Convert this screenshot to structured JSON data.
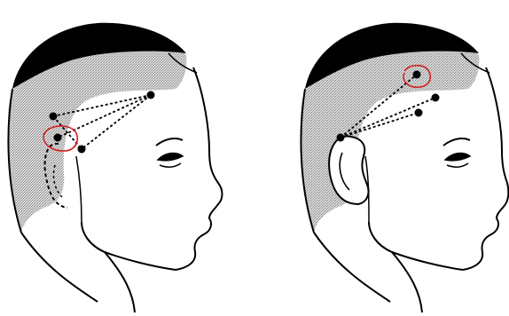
{
  "figure": {
    "panels": [
      {
        "id": "left",
        "points": [
          {
            "name": "top-point"
          },
          {
            "name": "upper-left-point"
          },
          {
            "name": "circled-point"
          },
          {
            "name": "lower-right-point"
          }
        ],
        "circled": "circled-point"
      },
      {
        "id": "right",
        "points": [
          {
            "name": "circled-point"
          },
          {
            "name": "middle-point"
          },
          {
            "name": "lower-point"
          },
          {
            "name": "ear-point"
          }
        ],
        "circled": "circled-point"
      }
    ],
    "colors": {
      "hair": "#000000",
      "shading": "#b8b8b8",
      "outline": "#000000",
      "highlight_circle": "#d42020"
    }
  }
}
